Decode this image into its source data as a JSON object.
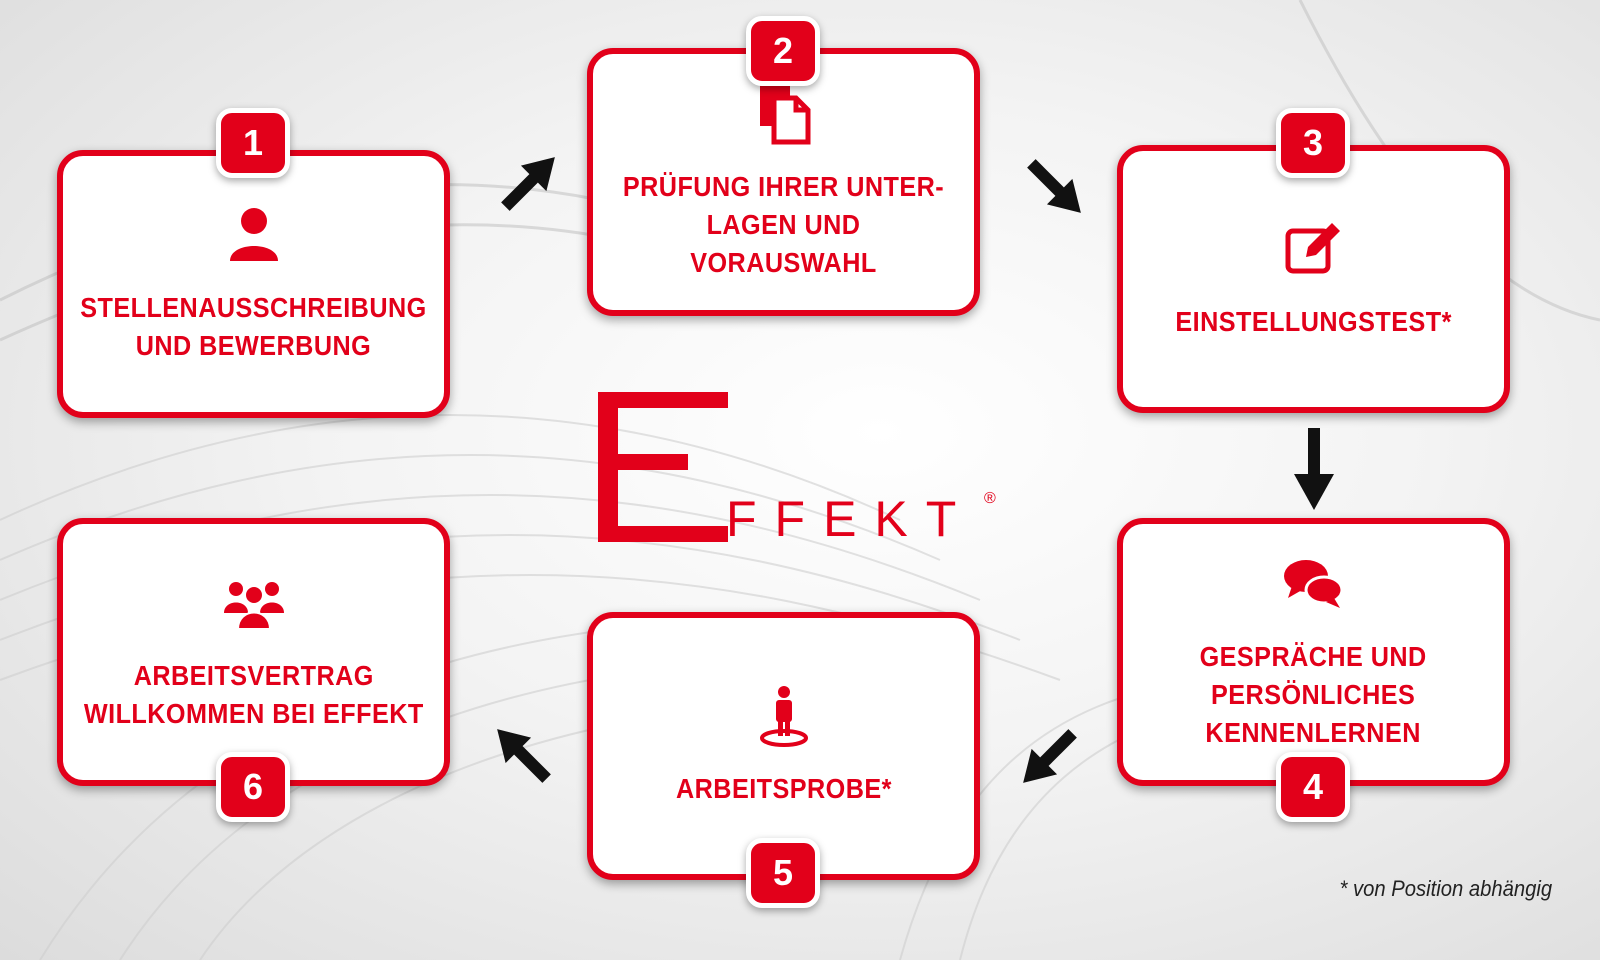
{
  "steps": [
    {
      "number": "1",
      "title": "STELLENAUSSCHREIBUNG\nUND BEWERBUNG",
      "icon": "user-icon"
    },
    {
      "number": "2",
      "title": "PRÜFUNG IHRER UNTER-\nLAGEN UND VORAUSWAHL",
      "icon": "documents-icon"
    },
    {
      "number": "3",
      "title": "EINSTELLUNGSTEST*",
      "icon": "edit-icon"
    },
    {
      "number": "4",
      "title": "GESPRÄCHE UND\nPERSÖNLICHES\nKENNENLERNEN",
      "icon": "speech-bubbles-icon"
    },
    {
      "number": "5",
      "title": "ARBEITSPROBE*",
      "icon": "person-standing-icon"
    },
    {
      "number": "6",
      "title": "ARBEITSVERTRAG\nWILLKOMMEN BEI EFFEKT",
      "icon": "group-icon"
    }
  ],
  "logo": {
    "letter": "E",
    "rest": "FFEKT",
    "registered": "®"
  },
  "footnote": "* von Position abhängig",
  "colors": {
    "accent": "#e2001a",
    "arrow": "#111111"
  }
}
